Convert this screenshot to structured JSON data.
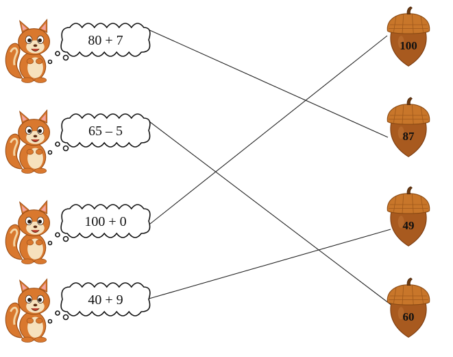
{
  "left_items": [
    {
      "expression": "80 + 7"
    },
    {
      "expression": "65 – 5"
    },
    {
      "expression": "100 + 0"
    },
    {
      "expression": "40 + 9"
    }
  ],
  "right_items": [
    {
      "value": "100"
    },
    {
      "value": "87"
    },
    {
      "value": "49"
    },
    {
      "value": "60"
    }
  ],
  "connections": [
    {
      "from": 0,
      "to": 1
    },
    {
      "from": 1,
      "to": 3
    },
    {
      "from": 2,
      "to": 0
    },
    {
      "from": 3,
      "to": 2
    }
  ],
  "colors": {
    "acorn_body": "#a85a1f",
    "acorn_cap": "#c8762a",
    "squirrel_fur": "#d9782e",
    "line": "#222222"
  }
}
